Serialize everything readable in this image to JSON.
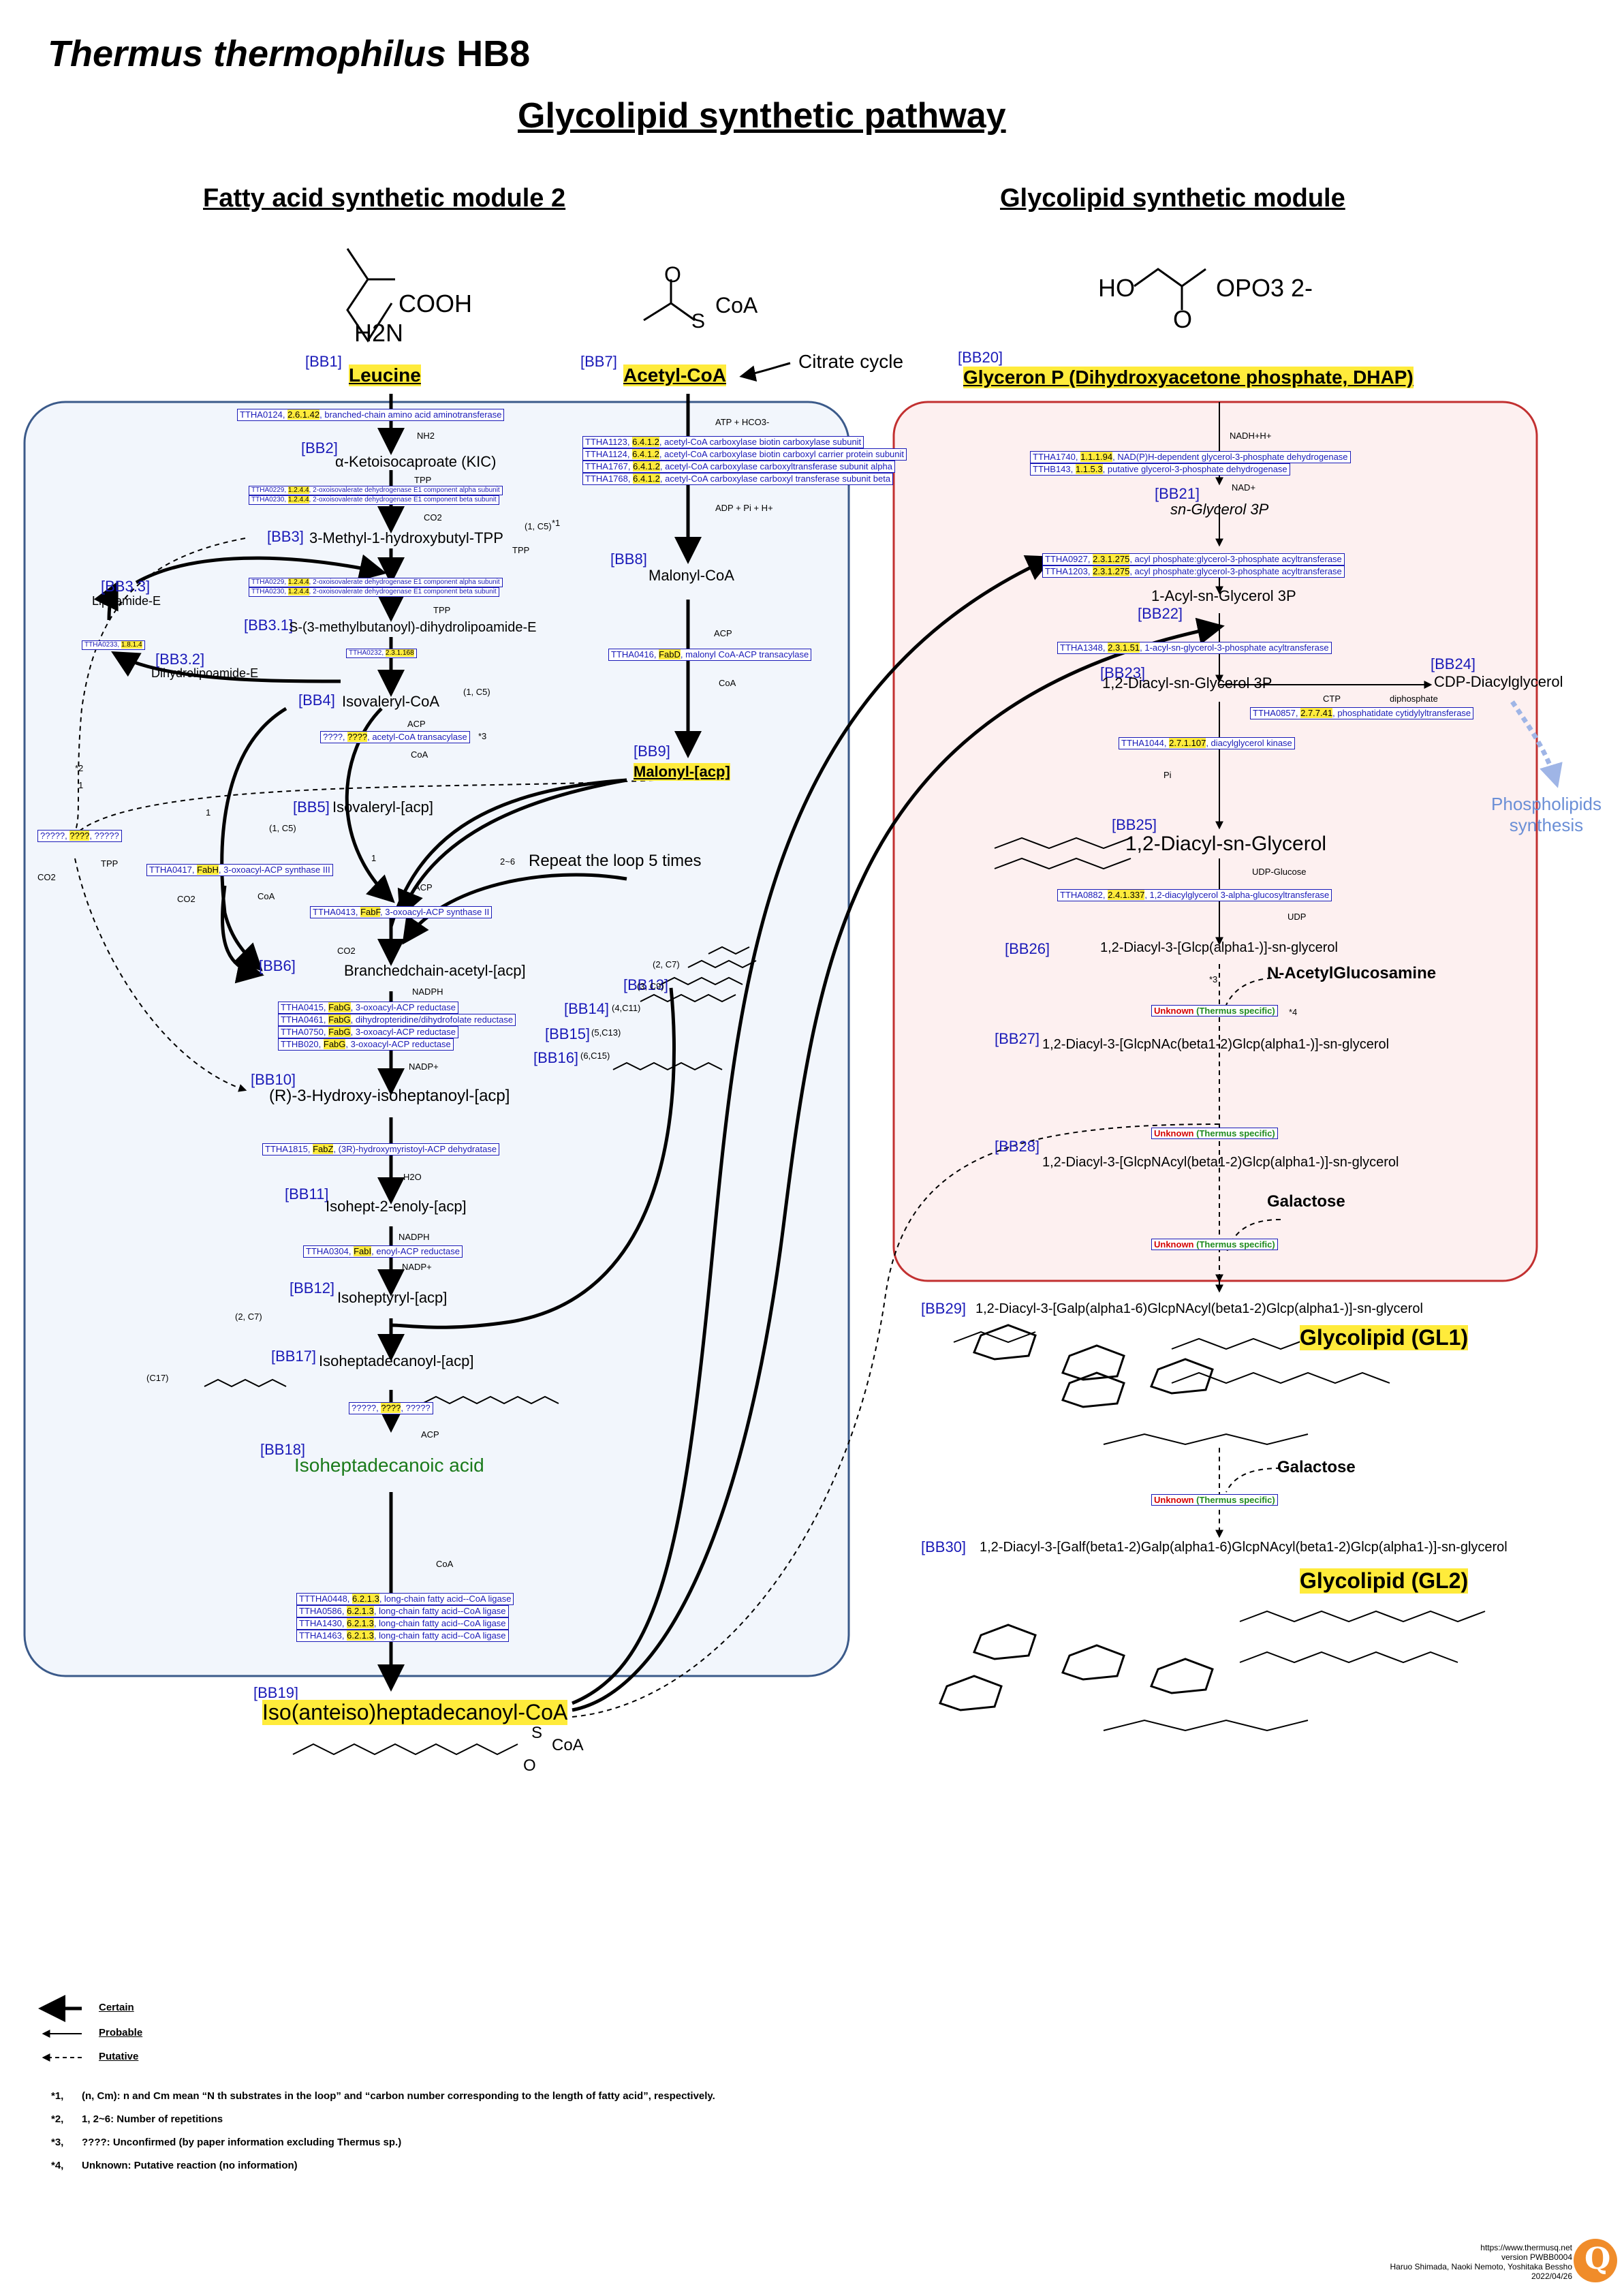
{
  "header": {
    "organism_italic": "Thermus thermophilus",
    "organism_strain": "HB8",
    "title": "Glycolipid synthetic pathway",
    "module_left": "Fatty acid synthetic module 2",
    "module_right": "Glycolipid synthetic module"
  },
  "structures": {
    "leucine_cooh": "COOH",
    "leucine_h2n": "H2N",
    "acetyl_s": "S",
    "acetyl_coa": "CoA",
    "acetyl_o": "O",
    "dhap_ho": "HO",
    "dhap_o": "O",
    "dhap_opo3": "OPO3 2-",
    "final_s": "S",
    "final_coa": "CoA",
    "final_o": "O"
  },
  "compounds": {
    "bb1": {
      "tag": "[BB1]",
      "name": "Leucine"
    },
    "bb7": {
      "tag": "[BB7]",
      "name": "Acetyl-CoA"
    },
    "citrate": "Citrate cycle",
    "bb20": {
      "tag": "[BB20]",
      "name": "Glyceron P (Dihydroxyacetone phosphate, DHAP)"
    },
    "bb2": {
      "tag": "[BB2]",
      "name": "α-Ketoisocaproate (KIC)"
    },
    "bb3": {
      "tag": "[BB3]",
      "name": "3-Methyl-1-hydroxybutyl-TPP"
    },
    "bb3_3": {
      "tag": "[BB3.3]",
      "name": "Lipoamide-E"
    },
    "bb3_1": {
      "tag": "[BB3.1]",
      "name": "S-(3-methylbutanoyl)-dihydrolipoamide-E"
    },
    "bb3_2": {
      "tag": "[BB3.2]",
      "name": "Dihydrolipoamide-E"
    },
    "bb4": {
      "tag": "[BB4]",
      "name": "Isovaleryl-CoA"
    },
    "bb8": {
      "tag": "[BB8]",
      "name": "Malonyl-CoA"
    },
    "bb9": {
      "tag": "[BB9]",
      "name": "Malonyl-[acp]"
    },
    "bb5": {
      "tag": "[BB5]",
      "name": "Isovaleryl-[acp]"
    },
    "bb6": {
      "tag": "[BB6]",
      "name": "Branchedchain-acetyl-[acp]"
    },
    "bb10": {
      "tag": "[BB10]",
      "name": "(R)-3-Hydroxy-isoheptanoyl-[acp]"
    },
    "bb11": {
      "tag": "[BB11]",
      "name": "Isohept-2-enoly-[acp]"
    },
    "bb12": {
      "tag": "[BB12]",
      "name": "Isoheptyryl-[acp]"
    },
    "bb13": {
      "tag": "[BB13]",
      "name": "(2, C7)"
    },
    "bb13b": "(3, C9)",
    "bb14": {
      "tag": "[BB14]",
      "name": "(4,C11)"
    },
    "bb15": {
      "tag": "[BB15]",
      "name": "(5,C13)"
    },
    "bb16": {
      "tag": "[BB16]",
      "name": "(6,C15)"
    },
    "bb17": {
      "tag": "[BB17]",
      "name": "Isoheptadecanoyl-[acp]"
    },
    "bb18": {
      "tag": "[BB18]",
      "name": "Isoheptadecanoic acid"
    },
    "bb19": {
      "tag": "[BB19]",
      "name": "Iso(anteiso)heptadecanoyl-CoA"
    },
    "bb21": {
      "tag": "[BB21]",
      "name": "sn-Glycerol 3P"
    },
    "bb22": {
      "tag": "[BB22]",
      "name": "1-Acyl-sn-Glycerol 3P"
    },
    "bb23": {
      "tag": "[BB23]",
      "name": "1,2-Diacyl-sn-Glycerol 3P"
    },
    "bb24": {
      "tag": "[BB24]",
      "name": "CDP-Diacylglycerol"
    },
    "bb25": {
      "tag": "[BB25]",
      "name": "1,2-Diacyl-sn-Glycerol"
    },
    "bb26": {
      "tag": "[BB26]",
      "name": "1,2-Diacyl-3-[Glcp(alpha1-)]-sn-glycerol"
    },
    "bb27": {
      "tag": "[BB27]",
      "name": "1,2-Diacyl-3-[GlcpNAc(beta1-2)Glcp(alpha1-)]-sn-glycerol"
    },
    "bb28": {
      "tag": "[BB28]",
      "name": "1,2-Diacyl-3-[GlcpNAcyl(beta1-2)Glcp(alpha1-)]-sn-glycerol"
    },
    "bb29": {
      "tag": "[BB29]",
      "name": "1,2-Diacyl-3-[Galp(alpha1-6)GlcpNAcyl(beta1-2)Glcp(alpha1-)]-sn-glycerol"
    },
    "bb30": {
      "tag": "[BB30]",
      "name": "1,2-Diacyl-3-[Galf(beta1-2)Galp(alpha1-6)GlcpNAcyl(beta1-2)Glcp(alpha1-)]-sn-glycerol"
    },
    "gl1": "Glycolipid (GL1)",
    "gl2": "Glycolipid (GL2)",
    "nacetyl": "N-AcetylGlucosamine",
    "galactose1": "Galactose",
    "galactose2": "Galactose",
    "phospho": "Phospholipids synthesis",
    "repeat": "Repeat the loop 5 times",
    "repeat_num": "2~6",
    "c5a": "(1, C5)",
    "c5b": "(1, C5)",
    "c5c": "(1, C5)",
    "c7": "(2, C7)",
    "c17": "(C17)",
    "one_a": "1",
    "one_b": "1",
    "one_c": "1",
    "star2": "*2",
    "star1": "*1",
    "star3": "*3",
    "star3b": "*3",
    "star4": "*4"
  },
  "enzymes": {
    "e1": {
      "id": "TTHA0124,",
      "ec": "2.6.1.42",
      "desc": ", branched-chain amino acid aminotransferase"
    },
    "e2a": {
      "id": "TTHA0229,",
      "ec": "1.2.4.4",
      "desc": ", 2-oxoisovalerate dehydrogenase E1 component alpha subunit"
    },
    "e2b": {
      "id": "TTHA0230,",
      "ec": "1.2.4.4",
      "desc": ", 2-oxoisovalerate dehydrogenase E1 component beta subunit"
    },
    "e3a": {
      "id": "TTHA0229,",
      "ec": "1.2.4.4",
      "desc": ", 2-oxoisovalerate dehydrogenase E1 component alpha subunit"
    },
    "e3b": {
      "id": "TTHA0230,",
      "ec": "1.2.4.4",
      "desc": ", 2-oxoisovalerate dehydrogenase E1 component beta subunit"
    },
    "e4": {
      "id": "TTHA0233,",
      "ec": "1.8.1.4",
      "desc": ""
    },
    "e5": {
      "id": "TTHA0232,",
      "ec": "2.3.1.168",
      "desc": ""
    },
    "e6": {
      "id": "????,",
      "ec": "????",
      "desc": ", acetyl-CoA transacylase"
    },
    "e7": {
      "id": "?????,",
      "ec": "????",
      "desc": ", ?????"
    },
    "e8": {
      "id": "TTHA0417,",
      "ec": "FabH",
      "desc": ", 3-oxoacyl-ACP synthase III"
    },
    "e9": {
      "id": "TTHA0413,",
      "ec": "FabF",
      "desc": ", 3-oxoacyl-ACP synthase II"
    },
    "e10a": {
      "id": "TTHA0415,",
      "ec": "FabG",
      "desc": ", 3-oxoacyl-ACP reductase"
    },
    "e10b": {
      "id": "TTHA0461,",
      "ec": "FabG",
      "desc": ", dihydropteridine/dihydrofolate reductase"
    },
    "e10c": {
      "id": "TTHA0750,",
      "ec": "FabG",
      "desc": ", 3-oxoacyl-ACP reductase"
    },
    "e10d": {
      "id": "TTHB020,",
      "ec": "FabG",
      "desc": ", 3-oxoacyl-ACP reductase"
    },
    "e11": {
      "id": "TTHA1815,",
      "ec": "FabZ",
      "desc": ", (3R)-hydroxymyristoyl-ACP dehydratase"
    },
    "e12": {
      "id": "TTHA0304,",
      "ec": "FabI",
      "desc": ", enoyl-ACP reductase"
    },
    "e13": {
      "id": "?????,",
      "ec": "????",
      "desc": ", ?????"
    },
    "e14a": {
      "id": "TTTHA0448,",
      "ec": "6.2.1.3",
      "desc": ", long-chain fatty acid--CoA ligase"
    },
    "e14b": {
      "id": "TTHA0586,",
      "ec": "6.2.1.3",
      "desc": ", long-chain fatty acid--CoA ligase"
    },
    "e14c": {
      "id": "TTHA1430,",
      "ec": "6.2.1.3",
      "desc": ", long-chain fatty acid--CoA ligase"
    },
    "e14d": {
      "id": "TTHA1463,",
      "ec": "6.2.1.3",
      "desc": ", long-chain fatty acid--CoA ligase"
    },
    "e15a": {
      "id": "TTHA1123,",
      "ec": "6.4.1.2",
      "desc": ", acetyl-CoA carboxylase biotin carboxylase subunit"
    },
    "e15b": {
      "id": "TTHA1124,",
      "ec": "6.4.1.2",
      "desc": ", acetyl-CoA carboxylase biotin carboxyl carrier protein subunit"
    },
    "e15c": {
      "id": "TTHA1767,",
      "ec": "6.4.1.2",
      "desc": ", acetyl-CoA carboxylase carboxyltransferase subunit alpha"
    },
    "e15d": {
      "id": "TTHA1768,",
      "ec": "6.4.1.2",
      "desc": ", acetyl-CoA carboxylase carboxyl transferase subunit beta"
    },
    "e16": {
      "id": "TTHA0416,",
      "ec": "FabD",
      "desc": ", malonyl CoA-ACP transacylase"
    },
    "e17a": {
      "id": "TTHA1740,",
      "ec": "1.1.1.94",
      "desc": ", NAD(P)H-dependent glycerol-3-phosphate dehydrogenase"
    },
    "e17b": {
      "id": "TTHB143,",
      "ec": "1.1.5.3",
      "desc": ", putative glycerol-3-phosphate dehydrogenase"
    },
    "e18a": {
      "id": "TTHA0927,",
      "ec": "2.3.1.275",
      "desc": ", acyl phosphate:glycerol-3-phosphate acyltransferase"
    },
    "e18b": {
      "id": "TTHA1203,",
      "ec": "2.3.1.275",
      "desc": ", acyl phosphate:glycerol-3-phosphate acyltransferase"
    },
    "e19": {
      "id": "TTHA1348,",
      "ec": "2.3.1.51",
      "desc": ", 1-acyl-sn-glycerol-3-phosphate acyltransferase"
    },
    "e20": {
      "id": "TTHA0857,",
      "ec": "2.7.7.41",
      "desc": ", phosphatidate cytidylyltransferase"
    },
    "e21": {
      "id": "TTHA1044,",
      "ec": "2.7.1.107",
      "desc": ", diacylglycerol kinase"
    },
    "e22": {
      "id": "TTHA0882,",
      "ec": "2.4.1.337",
      "desc": ", 1,2-diacylglycerol 3-alpha-glucosyltransferase"
    }
  },
  "unknowns": {
    "u1": {
      "u": "Unknown",
      "t": "(Thermus specific)"
    },
    "u2": {
      "u": "Unknown",
      "t": "(Thermus specific)"
    },
    "u3": {
      "u": "Unknown",
      "t": "(Thermus specific)"
    },
    "u4": {
      "u": "Unknown",
      "t": "(Thermus specific)"
    }
  },
  "side": {
    "nh2": "NH2",
    "tpp1": "TPP",
    "co2a": "CO2",
    "tpp2": "TPP",
    "tpp3": "TPP",
    "acp1": "ACP",
    "coa1": "CoA",
    "co2b": "CO2",
    "tpp4": "TPP",
    "co2c": "CO2",
    "coa2": "CoA",
    "co2d": "CO2",
    "acp2": "ACP",
    "nadph1": "NADPH",
    "nadp1": "NADP+",
    "h2o": "H2O",
    "nadph2": "NADPH",
    "nadp2": "NADP+",
    "acp3": "ACP",
    "coa3": "CoA",
    "atp": "ATP + HCO3-",
    "adp": "ADP + Pi + H+",
    "acp4": "ACP",
    "coa4": "CoA",
    "nadh": "NADH+H+",
    "nad": "NAD+",
    "ctp": "CTP",
    "diphos": "diphosphate",
    "pi": "Pi",
    "udpg": "UDP-Glucose",
    "udp": "UDP"
  },
  "legend": {
    "certain": "Certain",
    "probable": "Probable",
    "putative": "Putative"
  },
  "notes": {
    "n1k": "*1,",
    "n1": "(n, Cm): n and Cm mean “N th substrates in the loop” and “carbon number corresponding to the length of fatty acid”, respectively.",
    "n2k": "*2,",
    "n2": "1, 2~6: Number of repetitions",
    "n3k": "*3,",
    "n3": "????: Unconfirmed (by paper information excluding Thermus sp.)",
    "n4k": "*4,",
    "n4": "Unknown: Putative reaction (no information)"
  },
  "credit": {
    "url": "https://www.thermusq.net",
    "version": "version PWBB0004",
    "authors": "Haruo Shimada, Naoki Nemoto, Yoshitaka Bessho",
    "date": "2022/04/26",
    "logo": "Q"
  },
  "colors": {
    "left_panel_bg": "#f2f6fc",
    "left_panel_border": "#3b5a8a",
    "right_panel_bg": "#fdf0f0",
    "right_panel_border": "#c23030",
    "tag_blue": "#1a1ab8",
    "highlight": "#ffeb3b",
    "green_text": "#1a7a1a",
    "phospho_blue": "#6b8fd6"
  }
}
